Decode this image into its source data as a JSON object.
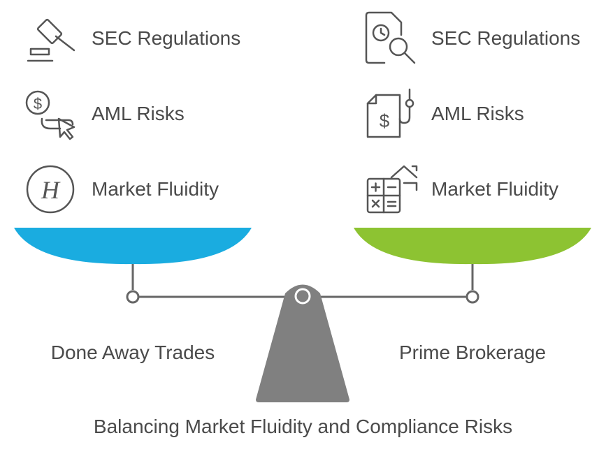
{
  "left": {
    "title": "Done Away Trades",
    "color": "#1aace0",
    "items": [
      {
        "label": "SEC Regulations",
        "icon": "gavel-icon"
      },
      {
        "label": "AML Risks",
        "icon": "dollar-cursor-icon"
      },
      {
        "label": "Market Fluidity",
        "icon": "circle-h-icon"
      }
    ]
  },
  "right": {
    "title": "Prime Brokerage",
    "color": "#8dc332",
    "items": [
      {
        "label": "SEC Regulations",
        "icon": "document-clock-search-icon"
      },
      {
        "label": "AML Risks",
        "icon": "dollar-document-hook-icon"
      },
      {
        "label": "Market Fluidity",
        "icon": "calculator-house-icon"
      }
    ]
  },
  "caption": "Balancing Market Fluidity and Compliance Risks",
  "colors": {
    "beam": "#666666",
    "fulcrum": "#808080",
    "icon": "#555555"
  }
}
